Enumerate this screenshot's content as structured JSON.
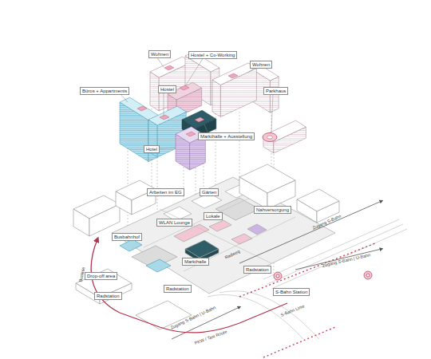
{
  "diagram": {
    "nodes": [
      {
        "text": [
          "Wohnen"
        ]
      },
      {
        "text": [
          "Hostel + Co-Working"
        ]
      },
      {
        "text": [
          "Wohnen"
        ]
      },
      {
        "text": [
          "Büros + Appartments"
        ]
      },
      {
        "text": [
          "Hostel"
        ]
      },
      {
        "text": [
          "Parkhaus"
        ]
      },
      {
        "text": [
          "Markthalle + Ausstellung"
        ]
      },
      {
        "text": [
          "Hotel"
        ]
      },
      {
        "text": [
          "Arbeiten im EG"
        ]
      },
      {
        "text": [
          "Gärten"
        ]
      },
      {
        "text": [
          "Lokale"
        ]
      },
      {
        "text": [
          "Nahversorgung"
        ]
      },
      {
        "text": [
          "WLAN Lounge"
        ]
      },
      {
        "text": [
          "Busbahnhof"
        ]
      },
      {
        "text": [
          "Markthalle"
        ]
      },
      {
        "text": [
          "Radstation"
        ]
      },
      {
        "text": [
          "S-Bahn Station"
        ]
      },
      {
        "text": [
          "Drop-off area"
        ]
      },
      {
        "text": [
          "Radstation"
        ]
      },
      {
        "text": [
          "Radstation"
        ]
      }
    ],
    "labels": [
      "Radweg",
      "Zugang S-Bahn",
      "Buslinie",
      "Zugang S-Bahn | U-Bahn",
      "S-Bahn Linie",
      "Zugang S-Bahn | U-Bahn",
      "PKW / Taxi Route"
    ]
  }
}
